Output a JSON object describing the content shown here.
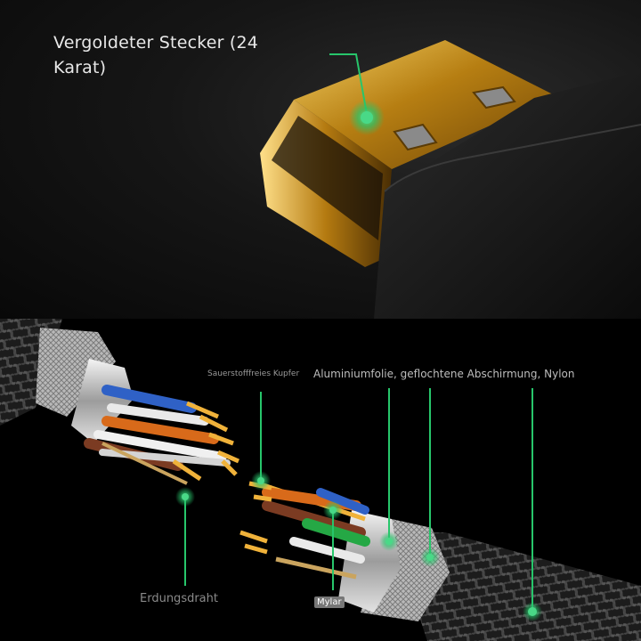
{
  "labels": {
    "plug": "Vergoldeter Stecker (24 Karat)",
    "copper": "Sauerstofffreies Kupfer",
    "shielding": "Aluminiumfolie, geflochtene Abschirmung, Nylon",
    "ground": "Erdungsdraht",
    "mylar": "Mylar"
  },
  "colors": {
    "accent": "#27c66b",
    "gold": "#c9961c",
    "braid": "#2a2a2a"
  }
}
